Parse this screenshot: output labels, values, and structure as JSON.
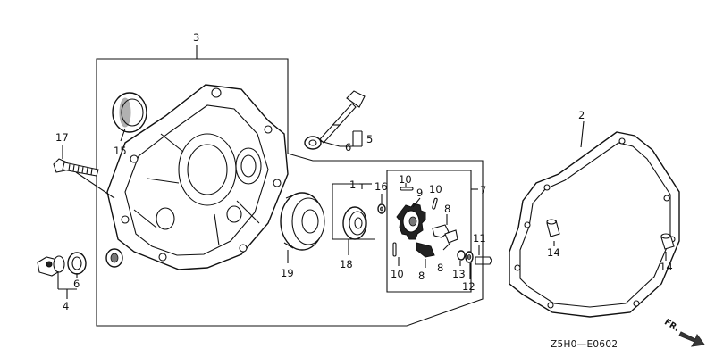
{
  "diagram": {
    "callouts": {
      "n1": "1",
      "n2": "2",
      "n3": "3",
      "n4": "4",
      "n5": "5",
      "n6a": "6",
      "n6b": "6",
      "n7": "7",
      "n8a": "8",
      "n8b": "8",
      "n8c": "8",
      "n9": "9",
      "n10a": "10",
      "n10b": "10",
      "n10c": "10",
      "n11": "11",
      "n12": "12",
      "n13": "13",
      "n14a": "14",
      "n14b": "14",
      "n15": "15",
      "n16": "16",
      "n17": "17",
      "n18": "18",
      "n19": "19"
    },
    "reference_code": "Z5H0—E0602",
    "direction_label": "FR."
  }
}
